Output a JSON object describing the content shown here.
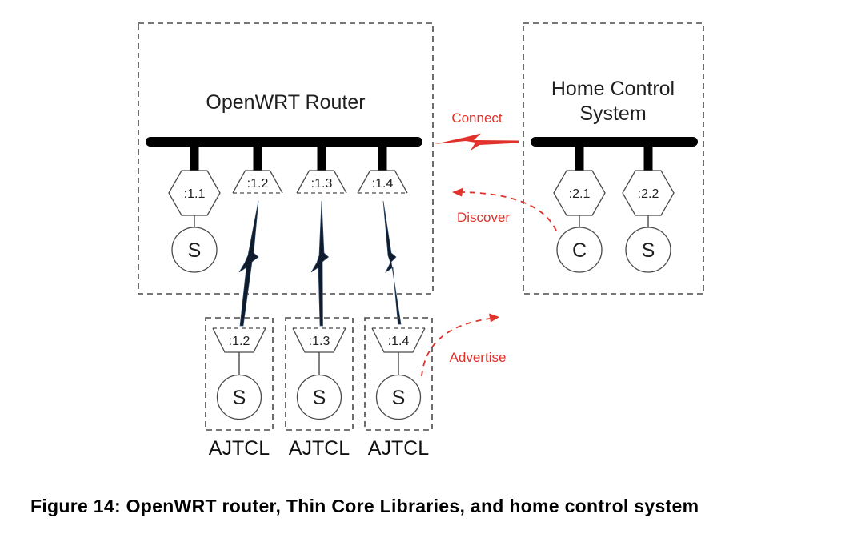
{
  "router": {
    "title": "OpenWRT Router",
    "hex_port": {
      "id": ":1.1",
      "node": "S"
    },
    "sockets": [
      {
        "id": ":1.2"
      },
      {
        "id": ":1.3"
      },
      {
        "id": ":1.4"
      }
    ]
  },
  "home": {
    "title_line1": "Home Control",
    "title_line2": "System",
    "ports": [
      {
        "id": ":2.1",
        "node": "C"
      },
      {
        "id": ":2.2",
        "node": "S"
      }
    ]
  },
  "thin_clients": [
    {
      "id": ":1.2",
      "node": "S",
      "label": "AJTCL"
    },
    {
      "id": ":1.3",
      "node": "S",
      "label": "AJTCL"
    },
    {
      "id": ":1.4",
      "node": "S",
      "label": "AJTCL"
    }
  ],
  "annotations": {
    "connect": "Connect",
    "discover": "Discover",
    "advertise": "Advertise"
  },
  "figure": {
    "caption": "Figure 14: OpenWRT router, Thin Core Libraries, and home control system"
  },
  "colors": {
    "annotation_red": "#e0312b",
    "bolt_dark": "#101b2c",
    "line_gray": "#4a4a4a",
    "bus_black": "#000000"
  }
}
